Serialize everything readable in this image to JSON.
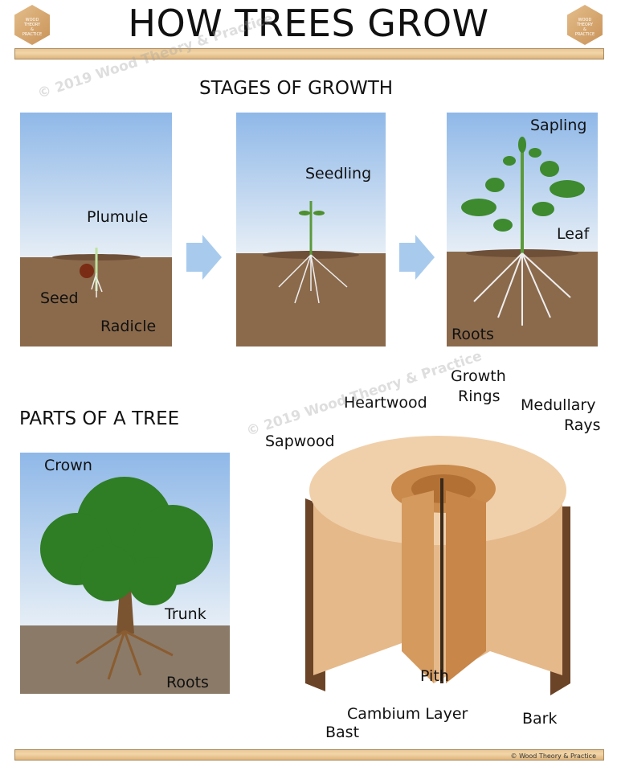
{
  "title": "HOW TREES GROW",
  "logo_text": "WOOD THEORY & PRACTICE",
  "watermark": [
    "© 2019",
    "Wood Theory & Practice"
  ],
  "stages": {
    "heading": "STAGES OF GROWTH",
    "labels": {
      "plumule": "Plumule",
      "seed": "Seed",
      "radicle": "Radicle",
      "seedling": "Seedling",
      "sapling": "Sapling",
      "leaf": "Leaf",
      "roots": "Roots"
    }
  },
  "parts": {
    "heading": "PARTS OF A TREE",
    "labels": {
      "crown": "Crown",
      "trunk": "Trunk",
      "roots": "Roots"
    }
  },
  "cross_section": {
    "labels": {
      "heartwood": "Heartwood",
      "growth_rings_1": "Growth",
      "growth_rings_2": "Rings",
      "medullary_1": "Medullary",
      "medullary_2": "Rays",
      "sapwood": "Sapwood",
      "pith": "Pith",
      "cambium": "Cambium Layer",
      "bast": "Bast",
      "bark": "Bark"
    }
  },
  "footer": "© Wood Theory & Practice",
  "colors": {
    "sky": "#a9c9ee",
    "soil": "#8b6a4c",
    "leaf": "#3e8a2e",
    "wood": "#e8c49a",
    "bark": "#6b4326"
  }
}
